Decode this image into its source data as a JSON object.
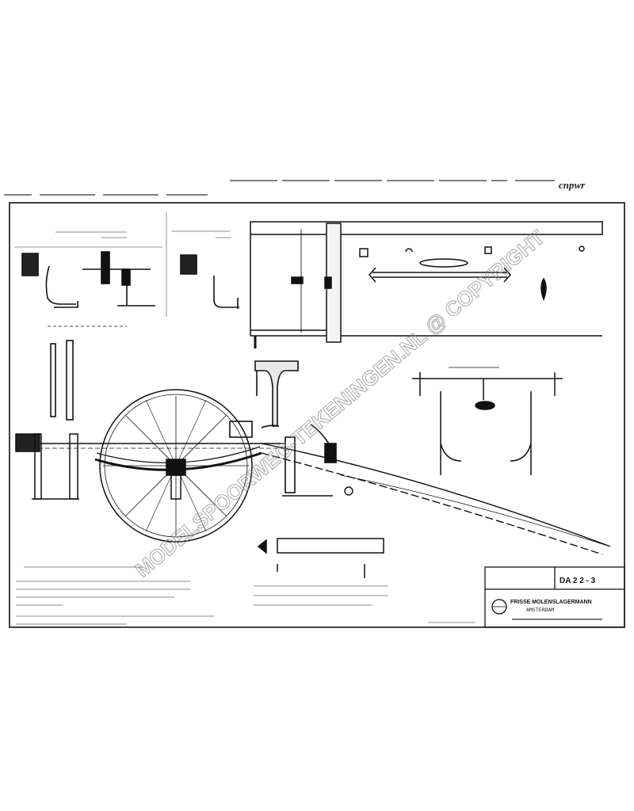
{
  "header": {
    "corner_code": "cnpwr"
  },
  "watermark": {
    "text": "MODELSPOORWEG-TEKENINGEN.NL @ COPYRIGHT"
  },
  "title_block": {
    "company_line1": "FRISSE MOLENSLAGERMANN",
    "company_line2": "AMSTERDAM",
    "drawing_number": "DA 2 2 - 3"
  },
  "colors": {
    "ink": "#111111",
    "paper": "#ffffff",
    "grey_line": "#9a9a9a"
  }
}
